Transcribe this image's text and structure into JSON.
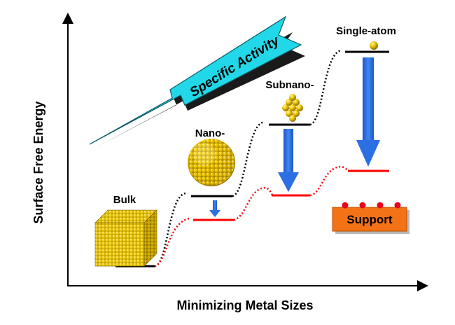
{
  "axes": {
    "x_label": "Minimizing Metal Sizes",
    "y_label": "Surface Free Energy"
  },
  "banner": {
    "text": "Specific Activity",
    "fill_color": "#22d8e8"
  },
  "levels": [
    {
      "label": "Bulk",
      "icon": "bulk-cube-icon"
    },
    {
      "label": "Nano-",
      "icon": "nanoparticle-sphere-icon"
    },
    {
      "label": "Subnano-",
      "icon": "subnano-cluster-icon"
    },
    {
      "label": "Single-atom",
      "icon": "single-atom-icon"
    }
  ],
  "support": {
    "label": "Support",
    "fill_color": "#f47216"
  },
  "colors": {
    "unsupported_path": "#000000",
    "supported_path": "#ff0000",
    "arrow": "#2b6fe3",
    "gold": "#e6c200"
  }
}
